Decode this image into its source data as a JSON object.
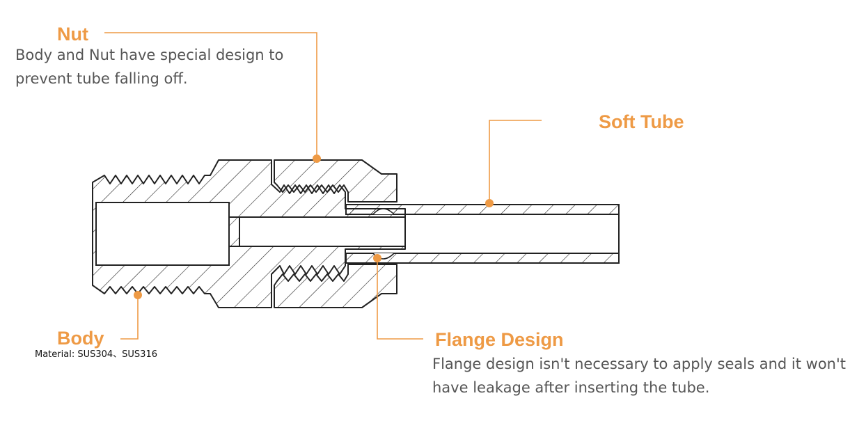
{
  "callouts": {
    "nut": {
      "title": "Nut",
      "description": "Body and Nut have special design to prevent tube falling off."
    },
    "soft_tube": {
      "title": "Soft Tube"
    },
    "body": {
      "title": "Body",
      "material": "Material: SUS304、SUS316"
    },
    "flange": {
      "title": "Flange Design",
      "description": "Flange design isn't necessary to apply seals and it won't have leakage after inserting the tube."
    }
  },
  "colors": {
    "accent": "#ee9a45",
    "outline": "#222222",
    "description_text": "#555555",
    "material_text": "#111111"
  }
}
